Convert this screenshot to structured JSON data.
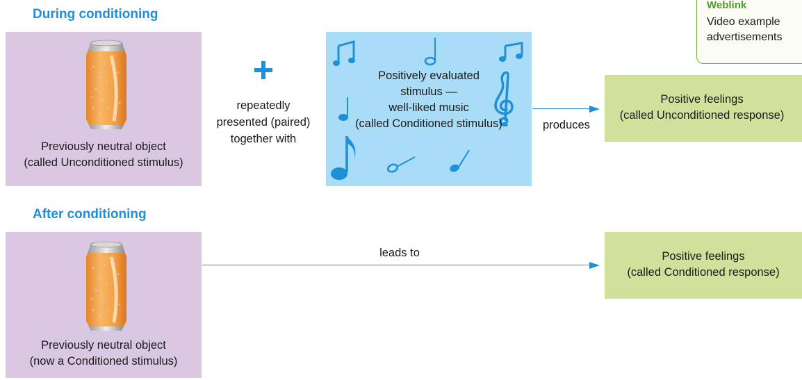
{
  "during": {
    "heading": "During conditioning",
    "neutral_object": {
      "line1": "Previously neutral object",
      "line2": "(called Unconditioned stimulus)"
    },
    "connector": {
      "line1": "repeatedly",
      "line2": "presented (paired)",
      "line3": "together with"
    },
    "stimulus": {
      "line1": "Positively evaluated",
      "line2": "stimulus —",
      "line3": "well-liked music",
      "line4": "(called Conditioned stimulus)"
    },
    "arrow_label": "produces",
    "response": {
      "line1": "Positive feelings",
      "line2": "(called Unconditioned response)"
    }
  },
  "after": {
    "heading": "After conditioning",
    "neutral_object": {
      "line1": "Previously neutral object",
      "line2": "(now a Conditioned stimulus)"
    },
    "arrow_label": "leads to",
    "response": {
      "line1": "Positive feelings",
      "line2": "(called Conditioned response)"
    }
  },
  "weblink": {
    "title": "Weblink",
    "line1": "Video example",
    "line2": "advertisements"
  },
  "colors": {
    "heading": "#1f8fd6",
    "arrow": "#1f8fd6",
    "object_box": "#dac8e2",
    "stimulus_box": "#a9dcf6",
    "response_box": "#cfe19a",
    "weblink_title": "#4f9a2c",
    "can_body": "#f5a54a"
  }
}
